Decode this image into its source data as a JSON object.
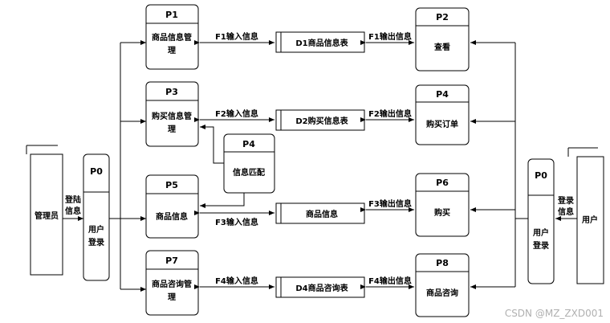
{
  "entities": {
    "admin": "管理员",
    "user": "用户"
  },
  "login_left": {
    "id": "P0",
    "name_l1": "用户",
    "name_l2": "登录",
    "flow_l1": "登陆",
    "flow_l2": "信息"
  },
  "login_right": {
    "id": "P0",
    "name_l1": "用户",
    "name_l2": "登录",
    "flow_l1": "登录",
    "flow_l2": "信息"
  },
  "processes": {
    "p1": {
      "id": "P1",
      "name_l1": "商品信息管",
      "name_l2": "理"
    },
    "p2": {
      "id": "P2",
      "name_l1": "查看"
    },
    "p3": {
      "id": "P3",
      "name_l1": "购买信息管",
      "name_l2": "理"
    },
    "p4": {
      "id": "P4",
      "name_l1": "购买订单"
    },
    "p4m": {
      "id": "P4",
      "name_l1": "信息匹配"
    },
    "p5": {
      "id": "P5",
      "name_l1": "商品信息"
    },
    "p6": {
      "id": "P6",
      "name_l1": "购买"
    },
    "p7": {
      "id": "P7",
      "name_l1": "商品咨询管",
      "name_l2": "理"
    },
    "p8": {
      "id": "P8",
      "name_l1": "商品咨询"
    }
  },
  "stores": {
    "d1": "D1商品信息表",
    "d2": "D2购买信息表",
    "d3": "商品信息",
    "d4": "D4商品咨询表"
  },
  "flows": {
    "f1_in": "F1输入信息",
    "f1_out": "F1输出信息",
    "f2_in": "F2输入信息",
    "f2_out": "F2输出信息",
    "f3_in": "F3输入信息",
    "f3_out": "F3输出信息",
    "f4_in": "F4输入信息",
    "f4_out": "F4输出信息"
  },
  "watermark": "CSDN @MZ_ZXD001"
}
